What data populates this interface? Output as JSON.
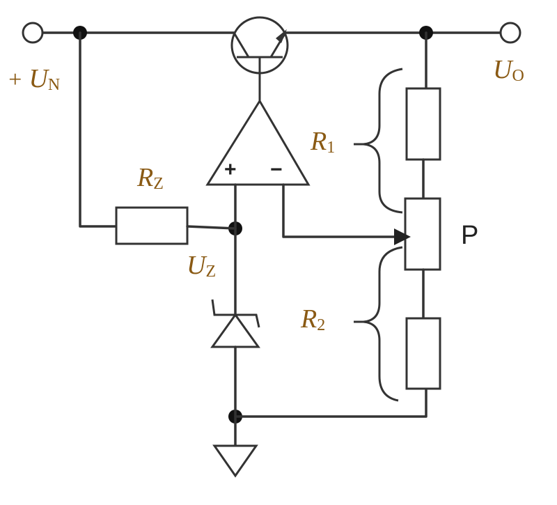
{
  "labels": {
    "input_voltage": {
      "prefix": "+ ",
      "main": "U",
      "sub": "N"
    },
    "output_voltage": {
      "main": "U",
      "sub": "O"
    },
    "zener_resistor": {
      "main": "R",
      "sub": "Z"
    },
    "zener_voltage": {
      "main": "U",
      "sub": "Z"
    },
    "resistor_1": {
      "main": "R",
      "sub": "1"
    },
    "resistor_2": {
      "main": "R",
      "sub": "2"
    },
    "potentiometer": "P",
    "opamp_plus": "+",
    "opamp_minus": "−"
  },
  "colors": {
    "wire": "#333333",
    "label": "#8a5a14"
  }
}
